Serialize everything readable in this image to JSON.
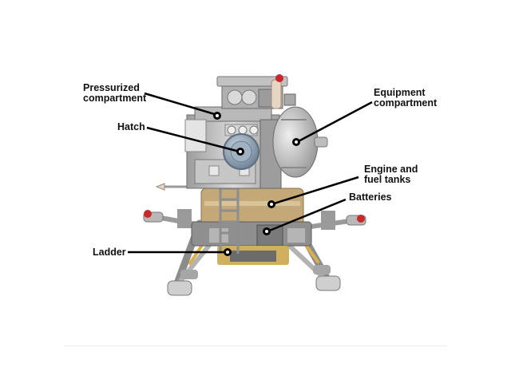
{
  "diagram": {
    "labels": {
      "pressurized": "Pressurized\ncompartment",
      "hatch": "Hatch",
      "ladder": "Ladder",
      "equipment": "Equipment\ncompartment",
      "engine": "Engine and\nfuel tanks",
      "batteries": "Batteries"
    }
  },
  "colors": {
    "body_light": "#cfcfcf",
    "body_mid": "#a9a9a9",
    "body_dark": "#6d6d6d",
    "tan": "#c4a878",
    "gold": "#d9b04a",
    "hatch": "#8fa2b4",
    "red_accent": "#c8282a",
    "pointer": "#000000"
  }
}
